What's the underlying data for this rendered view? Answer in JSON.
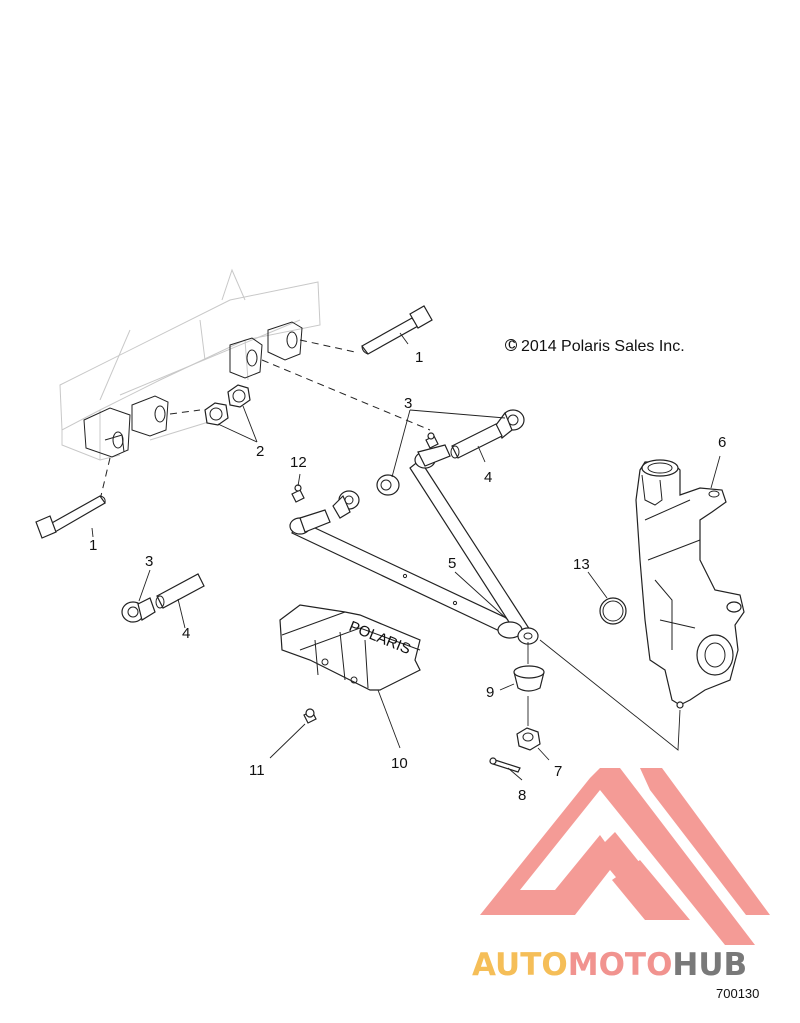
{
  "copyright": "2014 Polaris Sales Inc.",
  "copyright_symbol": "c",
  "figure_number": "700130",
  "callouts": {
    "bolt_upper": "1",
    "bolt_lower": "1",
    "nuts": "2",
    "bushing_upper": "3",
    "bushing_lower": "3",
    "sleeve_upper": "4",
    "sleeve_lower": "4",
    "a_arm": "5",
    "knuckle": "6",
    "castle_nut": "7",
    "cotter_pin": "8",
    "boot": "9",
    "guard": "10",
    "guard_bolt": "11",
    "grease_fitting": "12",
    "retaining_ring": "13"
  },
  "guard_logo_text": "POLARIS",
  "watermark": {
    "part1": "AUTO",
    "part2": "MOTO",
    "part3": "HUB",
    "color1": "#F5B94A",
    "color2": "#F08A86",
    "color3": "#6E6E6E"
  }
}
